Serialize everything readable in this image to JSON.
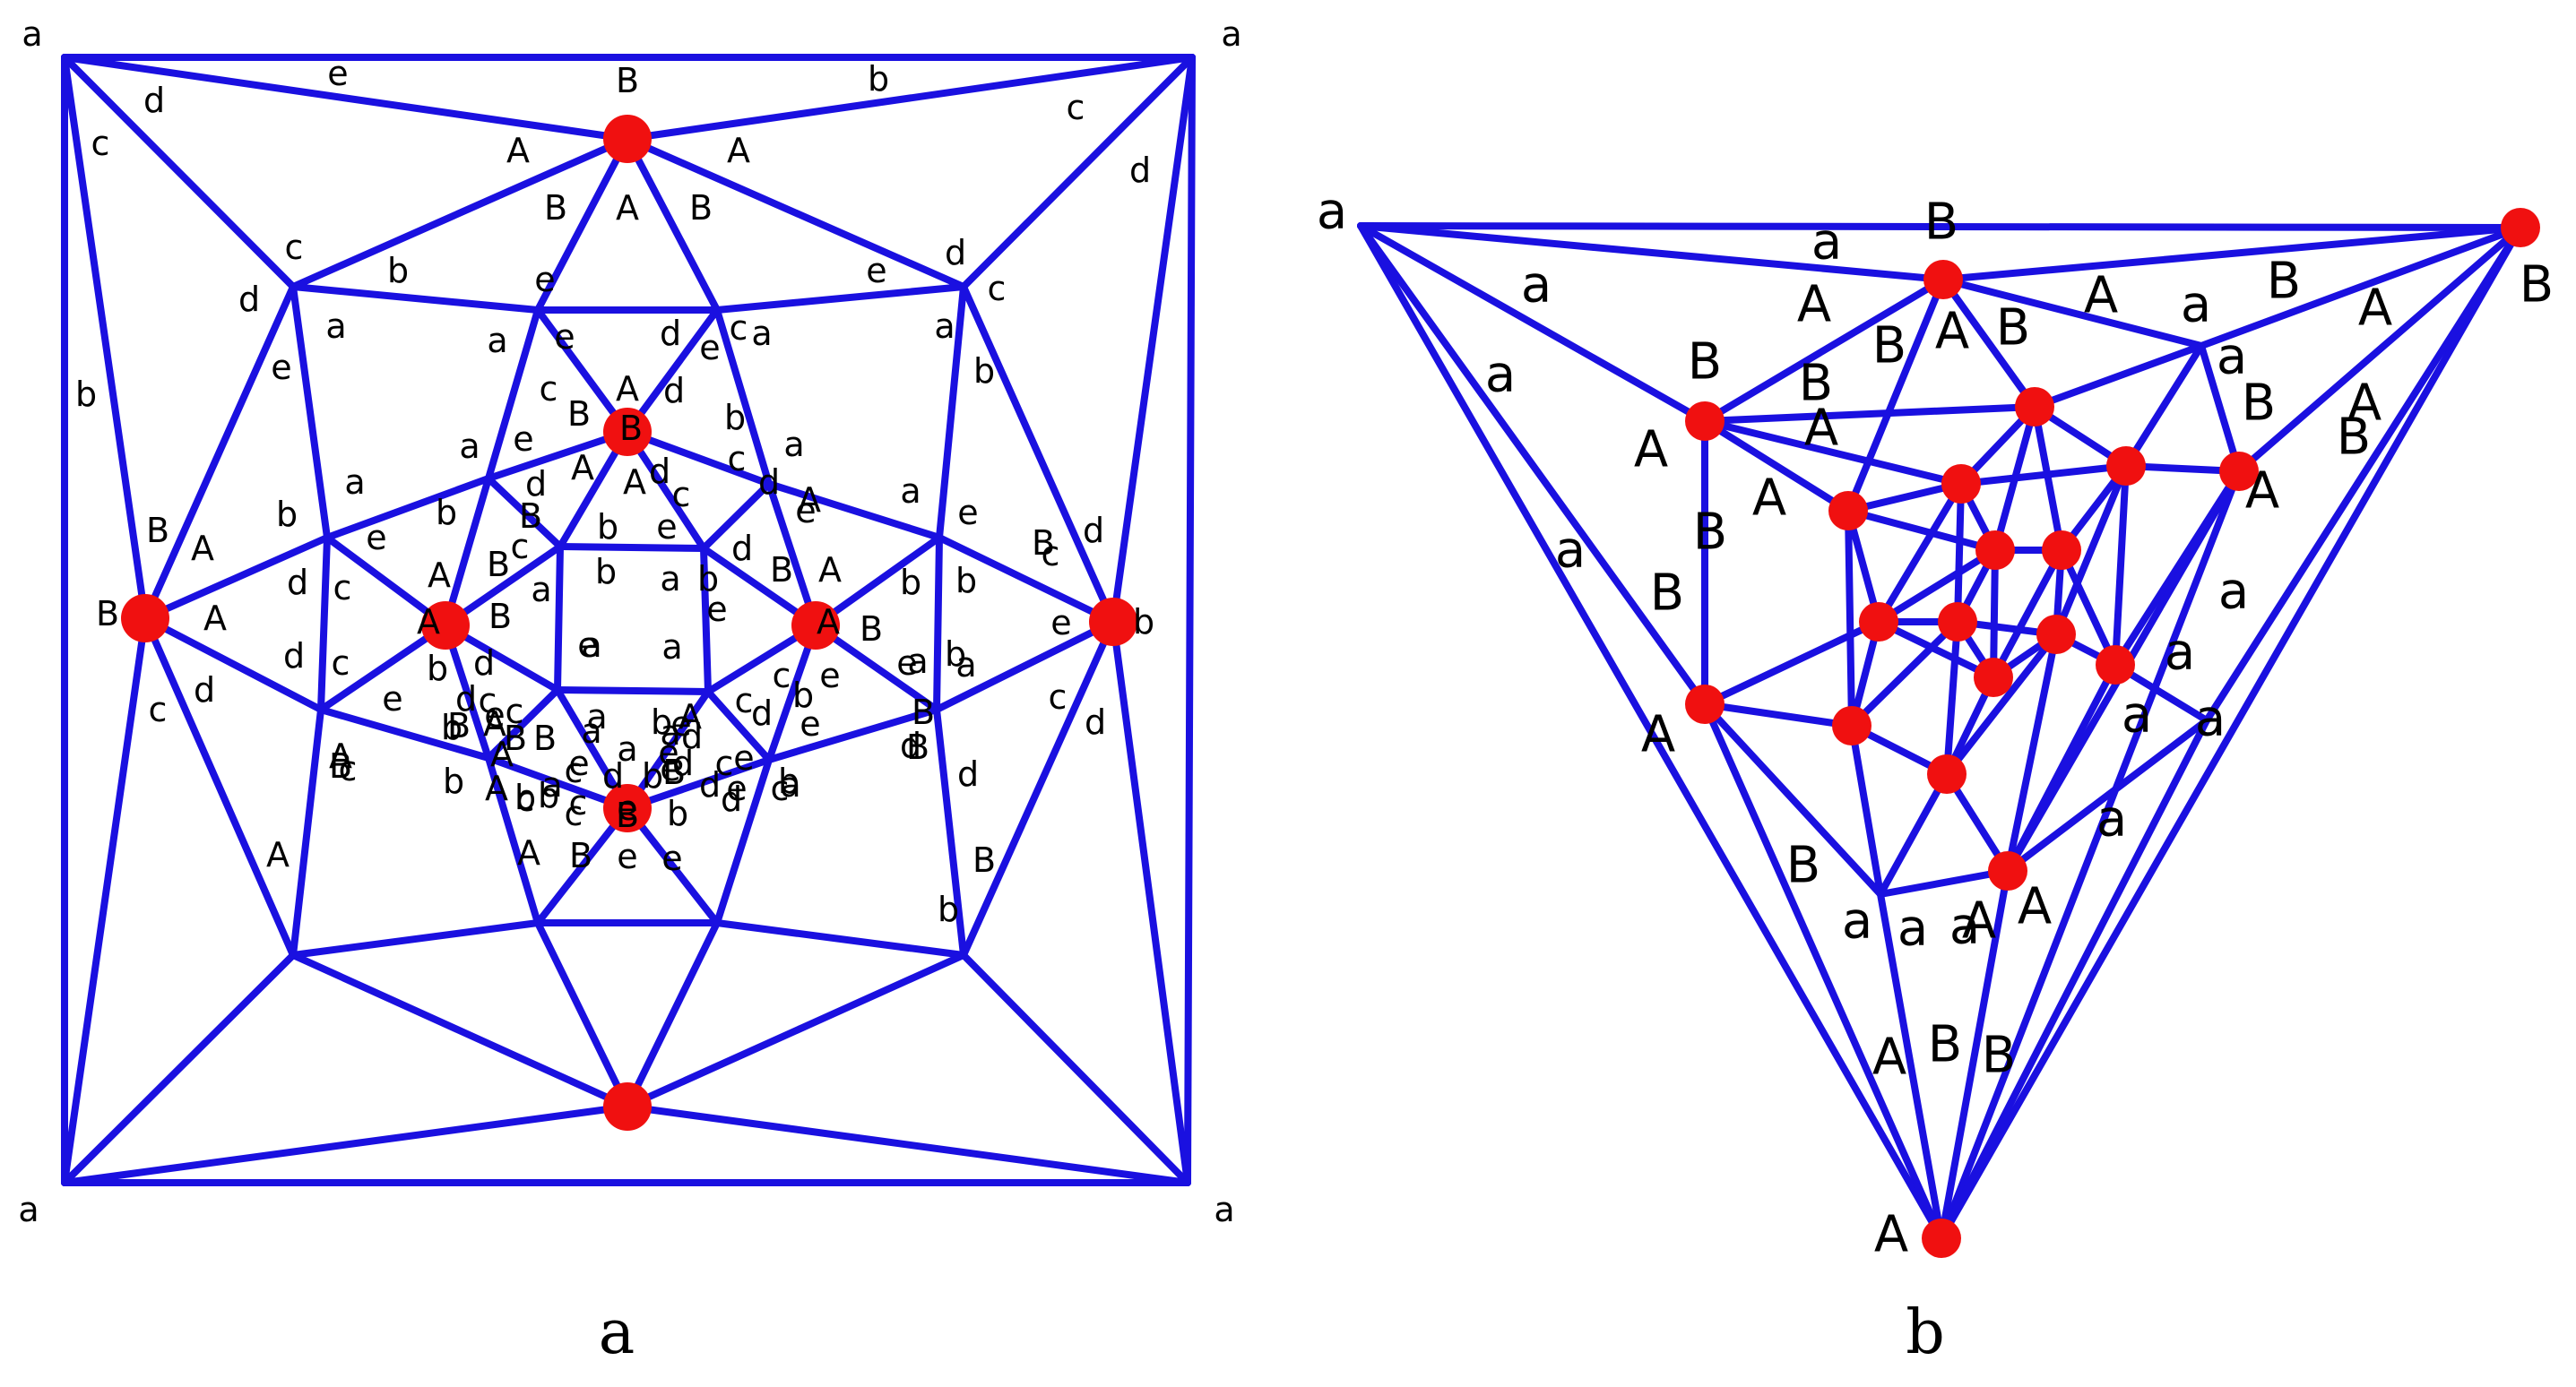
{
  "colors": {
    "edge": "#1a10e0",
    "vertex": "#f01010",
    "text": "#000000"
  },
  "captions": {
    "left": "a",
    "right": "b"
  },
  "diagram_a": {
    "corner_labels": [
      "a",
      "a",
      "a",
      "a"
    ],
    "labels": [
      "e",
      "b",
      "d",
      "c",
      "c",
      "d",
      "B",
      "A",
      "A",
      "A",
      "B",
      "B",
      "c",
      "d",
      "b",
      "e",
      "e",
      "d",
      "c",
      "b",
      "d",
      "c",
      "a",
      "e",
      "e",
      "a",
      "a",
      "b",
      "c",
      "d",
      "e",
      "a",
      "A",
      "B",
      "B",
      "a",
      "e",
      "b",
      "a",
      "A",
      "A",
      "d",
      "B",
      "d",
      "c",
      "c",
      "d",
      "e",
      "d",
      "e",
      "c",
      "b",
      "b",
      "b",
      "e",
      "a",
      "e",
      "a",
      "A",
      "B",
      "B",
      "A",
      "A",
      "B",
      "B",
      "A",
      "c",
      "d",
      "d",
      "c",
      "b",
      "b",
      "b",
      "b",
      "e",
      "e",
      "a",
      "a",
      "a",
      "a",
      "a",
      "a",
      "e",
      "e",
      "a",
      "a",
      "A",
      "B",
      "B",
      "A",
      "A",
      "B",
      "B",
      "A",
      "b",
      "e",
      "c",
      "d",
      "b",
      "d",
      "c",
      "e",
      "c",
      "d",
      "d",
      "c",
      "e",
      "b",
      "e",
      "b",
      "e",
      "d",
      "c",
      "c",
      "c",
      "d",
      "e",
      "b",
      "A",
      "B",
      "B",
      "A",
      "A",
      "B",
      "B",
      "a",
      "a",
      "b",
      "e",
      "a",
      "e",
      "d",
      "c",
      "d",
      "e",
      "a",
      "b",
      "c",
      "d",
      "b",
      "c",
      "d",
      "e",
      "b",
      "b",
      "c",
      "d",
      "c",
      "B",
      "A",
      "B",
      "A",
      "A",
      "B",
      "d",
      "c",
      "b",
      "e",
      "d",
      "c",
      "B",
      "b",
      "e",
      "B",
      "e",
      "b"
    ]
  },
  "diagram_b": {
    "labels": [
      "a",
      "B",
      "B",
      "a",
      "a",
      "a",
      "a",
      "A",
      "B",
      "A",
      "B",
      "A",
      "a",
      "B",
      "A",
      "a",
      "B",
      "A",
      "B",
      "A",
      "B",
      "A",
      "B",
      "B",
      "A",
      "B",
      "A",
      "a",
      "a",
      "a",
      "a",
      "a",
      "A",
      "a",
      "B",
      "a",
      "a",
      "A",
      "B",
      "A",
      "B",
      "A",
      "A"
    ]
  }
}
